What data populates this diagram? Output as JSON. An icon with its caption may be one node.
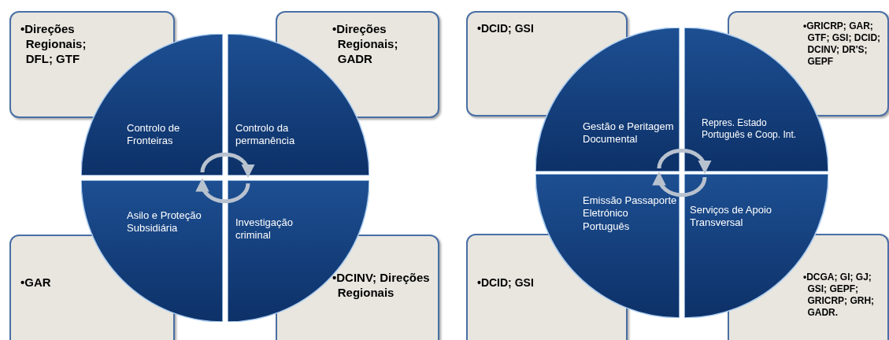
{
  "diagram": {
    "nodes": [
      {
        "text": [
          "•Direções Regionais; DFL; GTF"
        ]
      },
      {
        "text": [
          "Controlo de Fronteiras"
        ]
      },
      {
        "text": [
          "Controlo da permanência"
        ]
      },
      {
        "text": [
          "•Direções Regionais; GADR"
        ]
      },
      {
        "text": [
          "•GAR"
        ]
      },
      {
        "text": [
          "Asilo e Proteção Subsidiária"
        ]
      },
      {
        "text": [
          "Investigação criminal"
        ]
      },
      {
        "text": [
          "•DCINV; Direções Regionais"
        ]
      },
      {
        "text": [
          "•DCID; GSI"
        ]
      },
      {
        "text": [
          "Gestão e Peritagem Documental"
        ]
      },
      {
        "text": [
          "Repres. Estado Português e Coop. Int."
        ]
      },
      {
        "text": [
          "•GRICRP; GAR; GTF; GSI; DCID; DCINV; DR'S; GEPF"
        ]
      },
      {
        "text": [
          "•DCID; GSI"
        ]
      },
      {
        "text": [
          "Emissão Passaporte Eletrónico Português"
        ]
      },
      {
        "text": [
          "Serviços de Apoio Transversal"
        ]
      },
      {
        "text": [
          "•DCGA; GI; GJ; GSI; GEPF; GRICRP; GRH; GADR."
        ]
      }
    ],
    "edges": [
      {
        "from": 1,
        "to": 2,
        "arrow": "to"
      },
      {
        "from": 6,
        "to": 5,
        "arrow": "to"
      },
      {
        "from": 9,
        "to": 10,
        "arrow": "to"
      },
      {
        "from": 14,
        "to": 13,
        "arrow": "to"
      }
    ]
  }
}
